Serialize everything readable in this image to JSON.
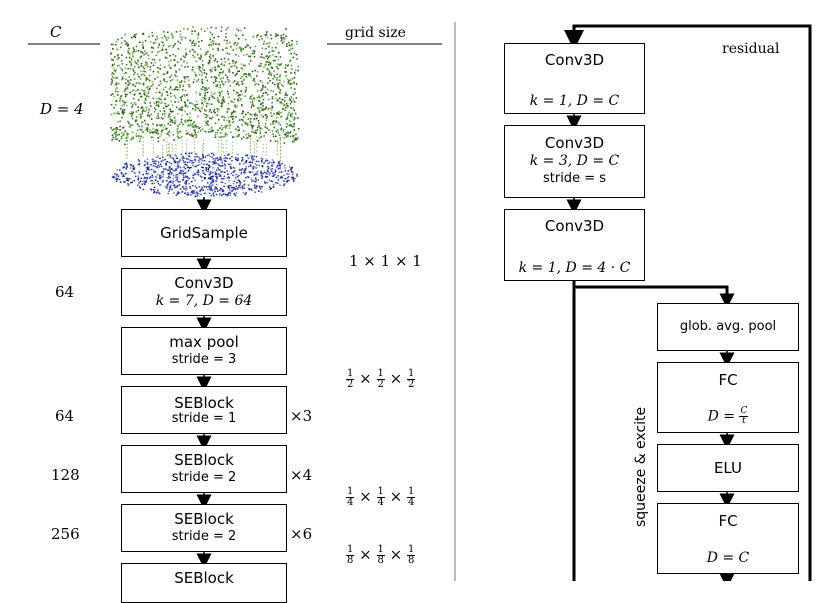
{
  "left_header": {
    "c": "C",
    "grid_size": "grid size"
  },
  "depth_label": "D = 4",
  "left_boxes": [
    {
      "main": "GridSample"
    },
    {
      "main": "Conv3D",
      "sub": "k = 7, D = 64"
    },
    {
      "main": "max pool",
      "sub": "stride = 3"
    },
    {
      "main": "SEBlock",
      "sub": "stride = 1",
      "repeat": "×3"
    },
    {
      "main": "SEBlock",
      "sub": "stride = 2",
      "repeat": "×4"
    },
    {
      "main": "SEBlock",
      "sub": "stride = 2",
      "repeat": "×6"
    },
    {
      "main": "SEBlock"
    }
  ],
  "channels": [
    "64",
    "64",
    "128",
    "256"
  ],
  "grid_sizes": {
    "g1": "1 × 1 × 1",
    "half": {
      "num": "1",
      "den": "2",
      "times": "×"
    },
    "quarter": {
      "num": "1",
      "den": "4",
      "times": "×"
    },
    "eighth": {
      "num": "1",
      "den": "8",
      "times": "×"
    }
  },
  "right": {
    "residual": "residual",
    "squeeze_excite": "squeeze & excite",
    "conv_a": {
      "main": "Conv3D",
      "sub": "k = 1, D = C"
    },
    "conv_b": {
      "main": "Conv3D",
      "sub1": "k = 3, D = C",
      "sub2": "stride = s"
    },
    "conv_c": {
      "main": "Conv3D",
      "sub": "k = 1, D = 4 · C"
    },
    "pool": "glob. avg. pool",
    "fc1": {
      "main": "FC",
      "sub": "D = ",
      "frac_num": "C",
      "frac_den": "t"
    },
    "elu": "ELU",
    "fc2": {
      "main": "FC",
      "sub": "D = C"
    }
  }
}
